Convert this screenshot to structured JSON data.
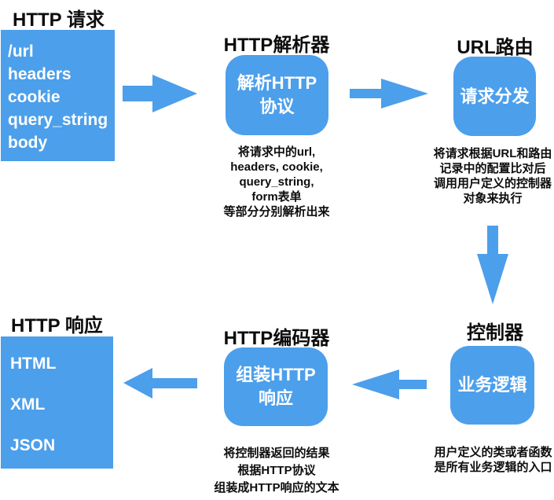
{
  "colors": {
    "accent": "#4c9feb",
    "ink": "#0d0d0d",
    "box_text": "#ffffff",
    "background": "#ffffff"
  },
  "icons": {
    "arrow_right": "right-pointing block arrow",
    "arrow_left": "left-pointing block arrow",
    "arrow_down": "down-pointing block arrow"
  },
  "nodes": {
    "request": {
      "title": "HTTP 请求",
      "items": [
        "/url",
        "headers",
        "cookie",
        "query_string",
        "body"
      ]
    },
    "parser": {
      "title": "HTTP解析器",
      "box_label": "解析HTTP\n协议",
      "description": "将请求中的url,\nheaders, cookie,\nquery_string,\nform表单\n等部分分别解析出来"
    },
    "router": {
      "title": "URL路由",
      "box_label": "请求分发",
      "description": "将请求根据URL和路由\n记录中的配置比对后\n调用用户定义的控制器\n对象来执行"
    },
    "controller": {
      "title": "控制器",
      "box_label": "业务逻辑",
      "description": "用户定义的类或者函数\n是所有业务逻辑的入口"
    },
    "encoder": {
      "title": "HTTP编码器",
      "box_label": "组装HTTP\n响应",
      "description": "将控制器返回的结果\n根据HTTP协议\n组装成HTTP响应的文本"
    },
    "response": {
      "title": "HTTP 响应",
      "items": [
        "HTML",
        "XML",
        "JSON"
      ]
    }
  }
}
